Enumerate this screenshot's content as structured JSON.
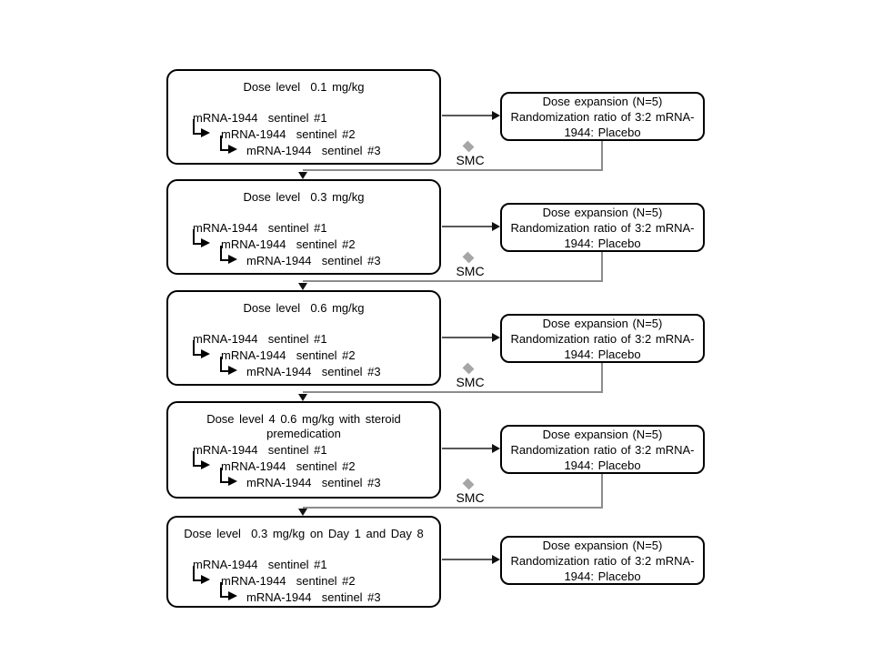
{
  "colors": {
    "background": "#ffffff",
    "box_border": "#000000",
    "text": "#000000",
    "arrow_line": "#595959",
    "connector_gray": "#8c8c8c",
    "arrowhead": "#111111",
    "smc_diamond": "#a6a6a6"
  },
  "rows": [
    {
      "title": "Dose level  0.1 mg/kg",
      "sentinel1": "mRNA-1944  sentinel #1",
      "sentinel2": "mRNA-1944  sentinel #2",
      "sentinel3": "mRNA-1944  sentinel #3",
      "expansion_line1": "Dose expansion (N=5)",
      "expansion_line2": "Randomization ratio of 3:2 mRNA-1944: Placebo",
      "smc_label": "SMC"
    },
    {
      "title": "Dose level  0.3 mg/kg",
      "sentinel1": "mRNA-1944  sentinel #1",
      "sentinel2": "mRNA-1944  sentinel #2",
      "sentinel3": "mRNA-1944  sentinel #3",
      "expansion_line1": "Dose expansion (N=5)",
      "expansion_line2": "Randomization ratio of 3:2 mRNA-1944: Placebo",
      "smc_label": "SMC"
    },
    {
      "title": "Dose level  0.6 mg/kg",
      "sentinel1": "mRNA-1944  sentinel #1",
      "sentinel2": "mRNA-1944  sentinel #2",
      "sentinel3": "mRNA-1944  sentinel #3",
      "expansion_line1": "Dose expansion (N=5)",
      "expansion_line2": "Randomization ratio of 3:2 mRNA-1944: Placebo",
      "smc_label": "SMC"
    },
    {
      "title": "Dose level 4 0.6 mg/kg with steroid premedication",
      "sentinel1": "mRNA-1944  sentinel #1",
      "sentinel2": "mRNA-1944  sentinel #2",
      "sentinel3": "mRNA-1944  sentinel #3",
      "expansion_line1": "Dose expansion (N=5)",
      "expansion_line2": "Randomization ratio of 3:2 mRNA-1944: Placebo",
      "smc_label": "SMC"
    },
    {
      "title": "Dose level  0.3 mg/kg on Day 1 and Day 8",
      "sentinel1": "mRNA-1944  sentinel #1",
      "sentinel2": "mRNA-1944  sentinel #2",
      "sentinel3": "mRNA-1944  sentinel #3",
      "expansion_line1": "Dose expansion (N=5)",
      "expansion_line2": "Randomization ratio of 3:2 mRNA-1944: Placebo"
    }
  ]
}
